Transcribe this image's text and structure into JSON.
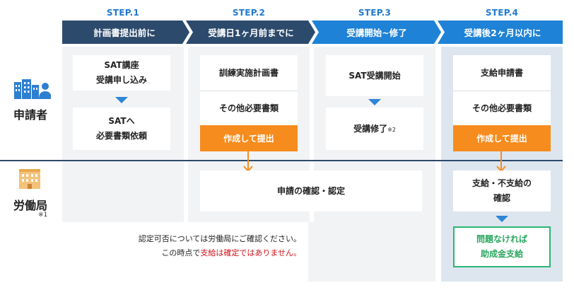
{
  "steps": [
    {
      "step": "STEP.1",
      "title": "計画書提出前に"
    },
    {
      "step": "STEP.2",
      "title": "受講日1ヶ月前までに"
    },
    {
      "step": "STEP.3",
      "title": "受講開始~修了"
    },
    {
      "step": "STEP.4",
      "title": "受講後2ヶ月以内に"
    }
  ],
  "roles": {
    "applicant": "申請者",
    "labor_bureau": "労働局",
    "labor_bureau_note": "※1"
  },
  "step1": {
    "box1_line1": "SAT講座",
    "box1_line2": "受講申し込み",
    "box2_line1": "SATへ",
    "box2_line2": "必要書類依頼"
  },
  "step2": {
    "box1": "訓練実施計画書",
    "box2": "その他必要書類",
    "submit": "作成して提出",
    "bureau_box": "申請の確認・認定"
  },
  "step3": {
    "box1": "SAT受講開始",
    "box2": "受講修了",
    "box2_note": "※2"
  },
  "step4": {
    "box1": "支給申請書",
    "box2": "その他必要書類",
    "submit": "作成して提出",
    "bureau_line1": "支給・不支給の",
    "bureau_line2": "確認",
    "result_line1": "問題なければ",
    "result_line2": "助成金支給"
  },
  "notes": {
    "line1": "認定可否については労働局にご確認ください。",
    "line2_prefix": "この時点で",
    "line2_red": "支給は確定ではありません。"
  },
  "colors": {
    "step_text": "#1e7ad1",
    "dark_navy": "#2c4a6c",
    "blue": "#1e82d6",
    "orange": "#f68c1e",
    "green": "#2bb673",
    "panel_light": "#f2f3f5",
    "panel_blue": "#dde6ef",
    "red": "#d0121b"
  }
}
